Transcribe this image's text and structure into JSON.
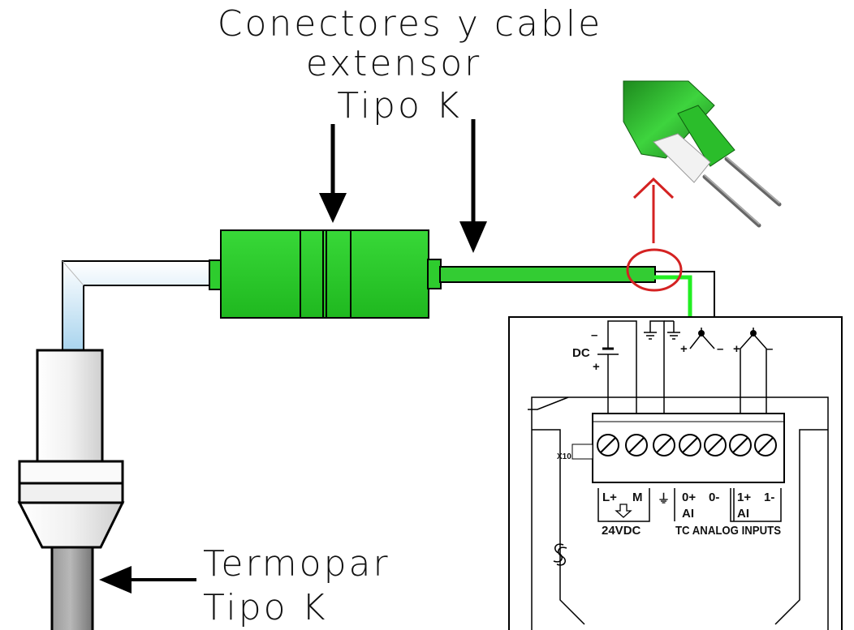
{
  "labels": {
    "title_line1": "Conectores y cable",
    "title_line2": "extensor",
    "title_line3": "Tipo K",
    "thermo_line1": "Termopar",
    "thermo_line2": "Tipo K"
  },
  "module": {
    "dc_label": "DC",
    "dc_minus": "–",
    "dc_plus": "+",
    "terminal_label": "X10",
    "terminals": [
      "L+",
      "M",
      "⏚",
      "0+",
      "0-",
      "1+",
      "1-"
    ],
    "ai_labels": [
      "AI",
      "AI"
    ],
    "footer_24vdc": "24VDC",
    "footer_tc": "TC ANALOG INPUTS",
    "tc0_plus": "+",
    "tc0_minus": "–",
    "tc1_plus": "+",
    "tc1_minus": "–"
  },
  "icons": {
    "arrow_icons": [
      "down-arrow-icon",
      "down-arrow-icon",
      "left-arrow-icon",
      "up-arrow-icon"
    ],
    "ground_icons": [
      "ground-icon",
      "ground-icon",
      "ground-icon"
    ],
    "siemens_logo": "siemens-s-logo-icon"
  },
  "colors": {
    "cable_green": "#33cc33",
    "connector_green": "#2ecc2e",
    "highlight_red": "#d42222",
    "wire_green": "#22ee22"
  }
}
